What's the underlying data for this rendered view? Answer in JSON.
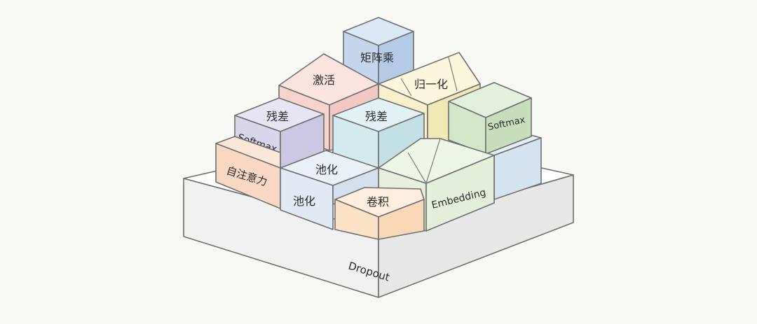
{
  "diagram": {
    "base_label": "Dropout",
    "blocks": {
      "matmul": "矩阵乘",
      "activation": "激活",
      "normalization": "归一化",
      "residual_left": "残差",
      "residual_center": "残差",
      "softmax_left": "Softmax",
      "softmax_right": "Softmax",
      "self_attention": "自注意力",
      "pooling_top": "池化",
      "pooling_front": "池化",
      "convolution": "卷积",
      "embedding": "Embedding"
    }
  },
  "colors": {
    "background": "#f8f8f4",
    "base": "#f2f2f2",
    "blue": "#c6d8ee",
    "pink": "#f6d7d2",
    "yellow": "#f8f2cf",
    "lavender": "#dcd8ec",
    "teal": "#d3e9ee",
    "peach": "#f9dcc8",
    "green": "#d7ead0",
    "light_blue": "#dbe7f1",
    "light_green": "#e7f1dd",
    "orange": "#fbe3c5"
  }
}
